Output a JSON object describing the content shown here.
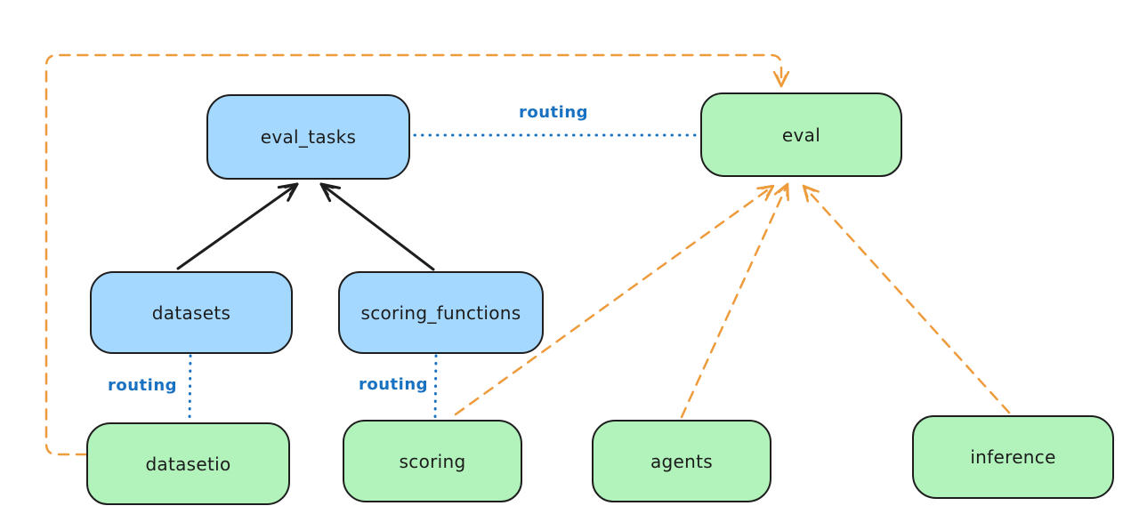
{
  "diagram": {
    "colors": {
      "blue_node_fill": "#a5d8ff",
      "green_node_fill": "#b2f2bb",
      "node_stroke": "#1e1e1e",
      "black_arrow": "#1e1e1e",
      "routing_blue": "#1971c2",
      "orange_dashed": "#ee9b3c"
    },
    "nodes": {
      "eval_tasks": {
        "label": "eval_tasks"
      },
      "eval": {
        "label": "eval"
      },
      "datasets": {
        "label": "datasets"
      },
      "scoring_functions": {
        "label": "scoring_functions"
      },
      "datasetio": {
        "label": "datasetio"
      },
      "scoring": {
        "label": "scoring"
      },
      "agents": {
        "label": "agents"
      },
      "inference": {
        "label": "inference"
      }
    },
    "edge_labels": {
      "eval_tasks_eval": "routing",
      "datasets_datasetio": "routing",
      "scoring_functions_scoring": "routing"
    }
  }
}
